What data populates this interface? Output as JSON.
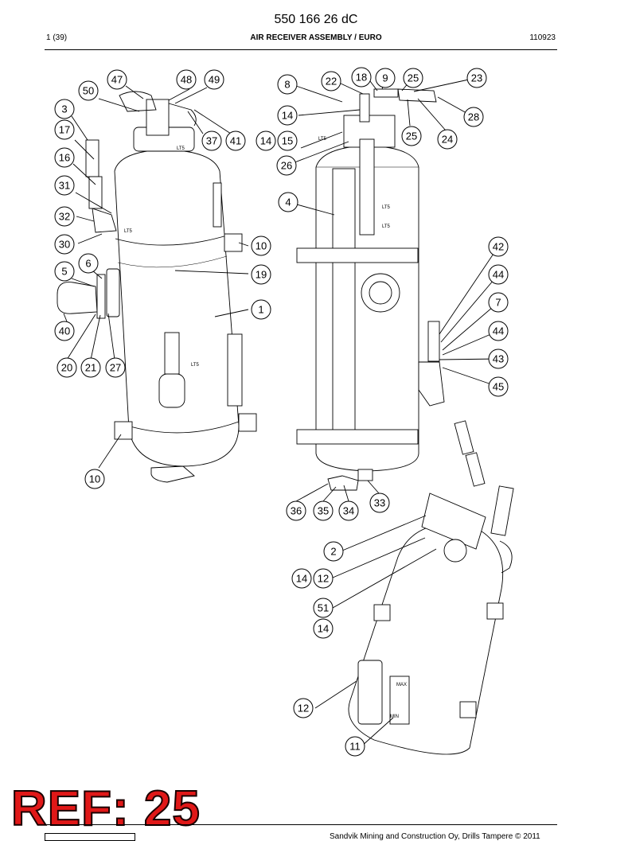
{
  "header": {
    "document_number": "550 166 26 dC",
    "page": "1 (39)",
    "title": "AIR RECEIVER ASSEMBLY / EURO",
    "date_code": "110923"
  },
  "callouts": [
    {
      "label": "47"
    },
    {
      "label": "48"
    },
    {
      "label": "49"
    },
    {
      "label": "50"
    },
    {
      "label": "3"
    },
    {
      "label": "17"
    },
    {
      "label": "37"
    },
    {
      "label": "41"
    },
    {
      "label": "16"
    },
    {
      "label": "31"
    },
    {
      "label": "32"
    },
    {
      "label": "30"
    },
    {
      "label": "10"
    },
    {
      "label": "6"
    },
    {
      "label": "5"
    },
    {
      "label": "19"
    },
    {
      "label": "1"
    },
    {
      "label": "40"
    },
    {
      "label": "20"
    },
    {
      "label": "21"
    },
    {
      "label": "27"
    },
    {
      "label": "10"
    },
    {
      "label": "8"
    },
    {
      "label": "22"
    },
    {
      "label": "18"
    },
    {
      "label": "9"
    },
    {
      "label": "25"
    },
    {
      "label": "23"
    },
    {
      "label": "14"
    },
    {
      "label": "28"
    },
    {
      "label": "14"
    },
    {
      "label": "15"
    },
    {
      "label": "25"
    },
    {
      "label": "24"
    },
    {
      "label": "26"
    },
    {
      "label": "4"
    },
    {
      "label": "42"
    },
    {
      "label": "44"
    },
    {
      "label": "7"
    },
    {
      "label": "44"
    },
    {
      "label": "43"
    },
    {
      "label": "45"
    },
    {
      "label": "36"
    },
    {
      "label": "35"
    },
    {
      "label": "34"
    },
    {
      "label": "33"
    },
    {
      "label": "2"
    },
    {
      "label": "14"
    },
    {
      "label": "12"
    },
    {
      "label": "51"
    },
    {
      "label": "14"
    },
    {
      "label": "12"
    },
    {
      "label": "11"
    }
  ],
  "drawing_labels": {
    "lt5": "LT5",
    "max": "MAX",
    "min": "MIN"
  },
  "stamp": "REF: 25",
  "footer": {
    "copyright": "Sandvik Mining and Construction Oy, Drills Tampere © 2011"
  }
}
